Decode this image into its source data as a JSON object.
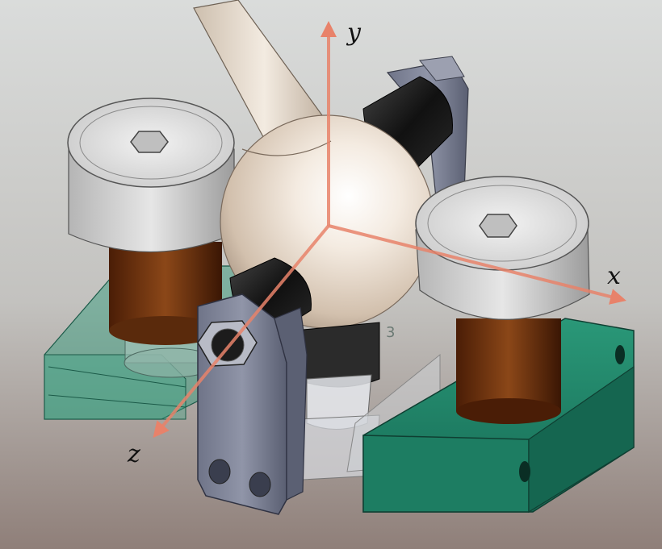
{
  "axes": {
    "x_label": "x",
    "y_label": "y",
    "z_label": "z",
    "color": "#E8826A"
  },
  "colors": {
    "background_top": "#d9dbda",
    "background_bottom": "#8a7a76",
    "sphere": "#efe4d8",
    "rod": "#e8dccf",
    "green_block": "#1f8a6c",
    "roller_cap": "#d6d6d6",
    "roller_body": "#7a3a12",
    "bracket": "#7a7f94",
    "bearing": "#1a1a1a"
  },
  "block_marking": "3"
}
